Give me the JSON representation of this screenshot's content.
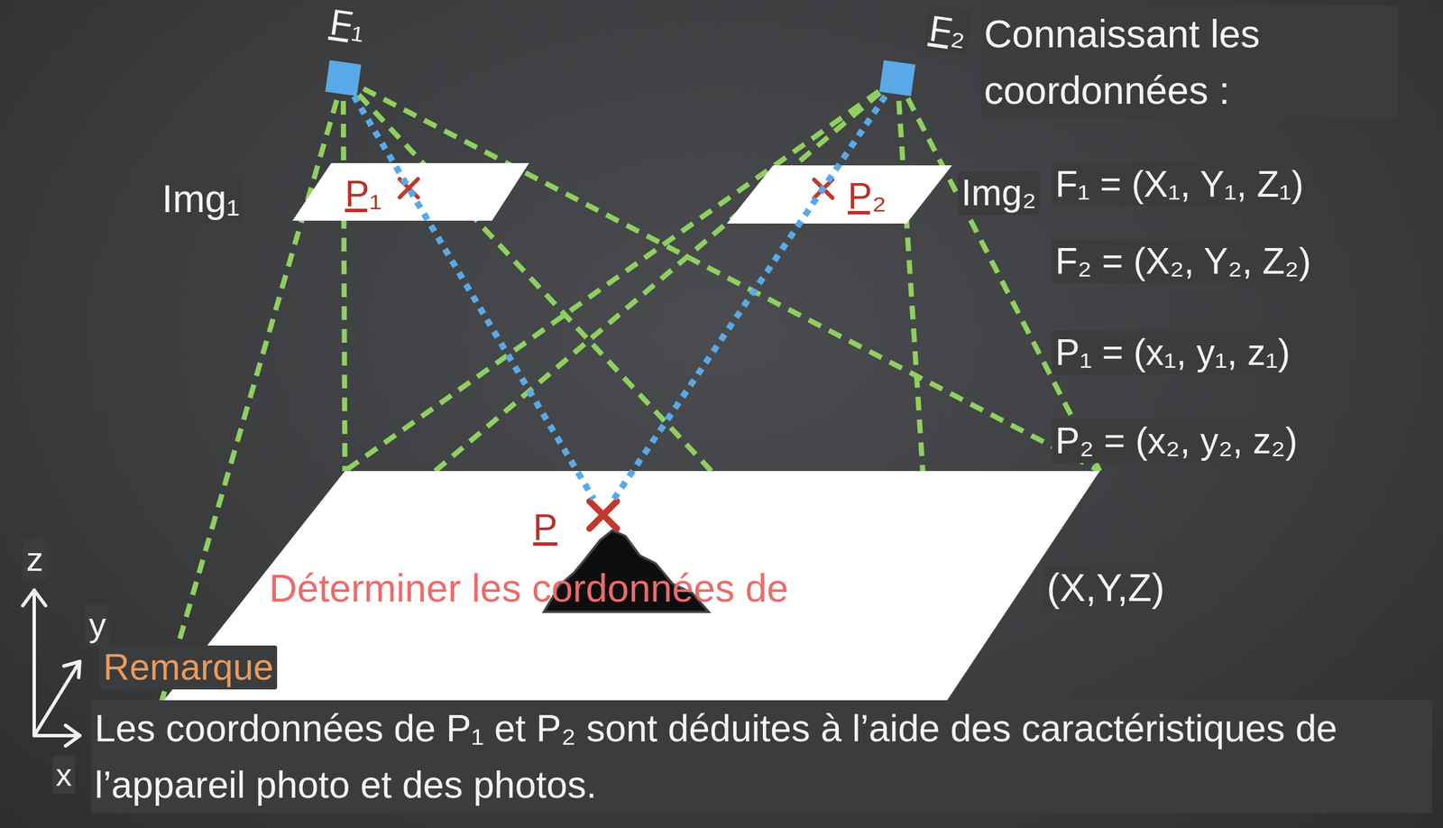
{
  "diagram": {
    "nodes": [
      {
        "text": [
          "F₁"
        ]
      },
      {
        "text": [
          "Img₁",
          "P₁"
        ]
      },
      {
        "text": [
          "F₂"
        ]
      },
      {
        "text": [
          "Img₂",
          "P₂"
        ]
      },
      {
        "text": [
          "Déterminer les cordonnées de"
        ]
      },
      {
        "text": [
          "P"
        ],
        "in": 4
      }
    ],
    "edges": [
      {
        "from": 0,
        "to": 5,
        "arrow": "none"
      },
      {
        "from": 2,
        "to": 5,
        "arrow": "none"
      }
    ],
    "labels": [
      "Connaissant les coordonnées :",
      "F₁ = (X₁, Y₁, Z₁)",
      "F₂ = (X₂, Y₂, Z₂)",
      "P₁ = (x₁, y₁, z₁)",
      "P₂ = (x₂, y₂, z₂)",
      "(X,Y,Z)",
      "z",
      "y",
      "x",
      "Remarque",
      "Les coordonnées de P₁ et P₂ sont déduites à l’aide des caractéristiques de l’appareil photo et des photos."
    ]
  }
}
